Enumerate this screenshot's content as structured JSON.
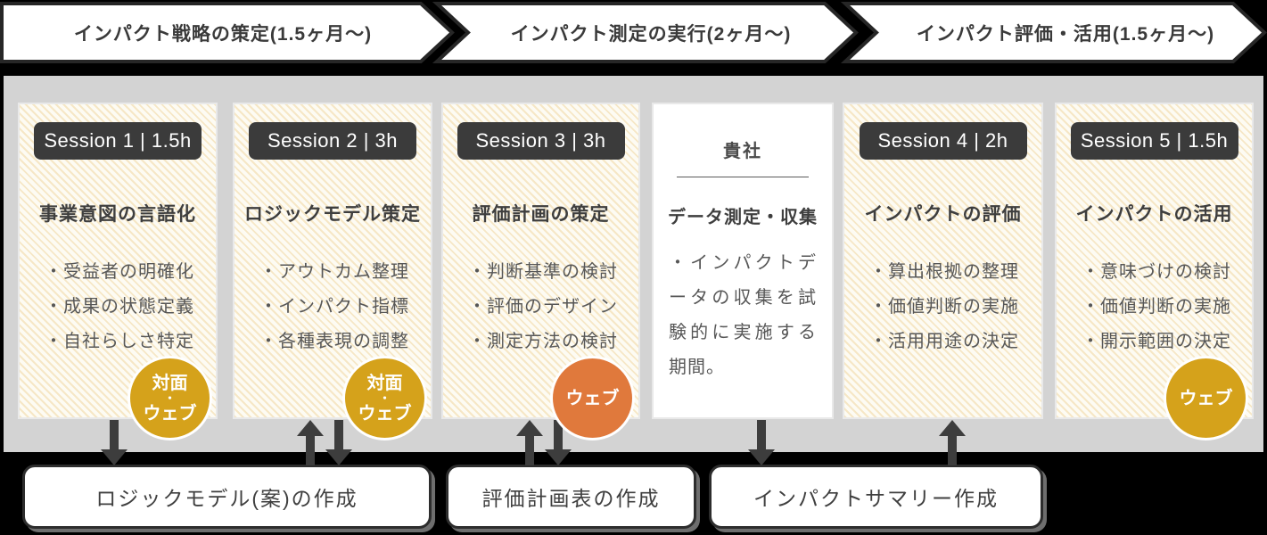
{
  "colors": {
    "gold": "#d5a21b",
    "orange": "#e0793c",
    "badge_dark": "#3b3b3b",
    "panel_gray": "#d3d3d3",
    "arrow_dark": "#3d3d3d",
    "phase_fill": "#ffffff",
    "phase_border": "#262626"
  },
  "phases": [
    {
      "label": "インパクト戦略の策定(1.5ヶ月〜)"
    },
    {
      "label": "インパクト測定の実行(2ヶ月〜)"
    },
    {
      "label": "インパクト評価・活用(1.5ヶ月〜)"
    }
  ],
  "cards": [
    {
      "badge": "Session 1 | 1.5h",
      "title": "事業意図の言語化",
      "bullets": [
        "・受益者の明確化",
        "・成果の状態定義",
        "・自社らしさ特定"
      ],
      "mode_lines": [
        "対面",
        "・",
        "ウェブ"
      ]
    },
    {
      "badge": "Session 2 | 3h",
      "title": "ロジックモデル策定",
      "bullets": [
        "・アウトカム整理",
        "・インパクト指標",
        "・各種表現の調整"
      ],
      "mode_lines": [
        "対面",
        "・",
        "ウェブ"
      ]
    },
    {
      "badge": "Session 3 | 3h",
      "title": "評価計画の策定",
      "bullets": [
        "・判断基準の検討",
        "・評価のデザイン",
        "・測定方法の検討"
      ],
      "mode_lines": [
        "ウェブ"
      ]
    },
    {
      "header": "貴社",
      "title": "データ測定・収集",
      "body": "・インパクトデータの収集を試験的に実施する期間。"
    },
    {
      "badge": "Session 4 | 2h",
      "title": "インパクトの評価",
      "bullets": [
        "・算出根拠の整理",
        "・価値判断の実施",
        "・活用用途の決定"
      ]
    },
    {
      "badge": "Session 5 | 1.5h",
      "title": "インパクトの活用",
      "bullets": [
        "・意味づけの検討",
        "・価値判断の実施",
        "・開示範囲の決定"
      ],
      "mode_lines": [
        "ウェブ"
      ]
    }
  ],
  "outputs": [
    {
      "label": "ロジックモデル(案)の作成"
    },
    {
      "label": "評価計画表の作成"
    },
    {
      "label": "インパクトサマリー作成"
    }
  ]
}
